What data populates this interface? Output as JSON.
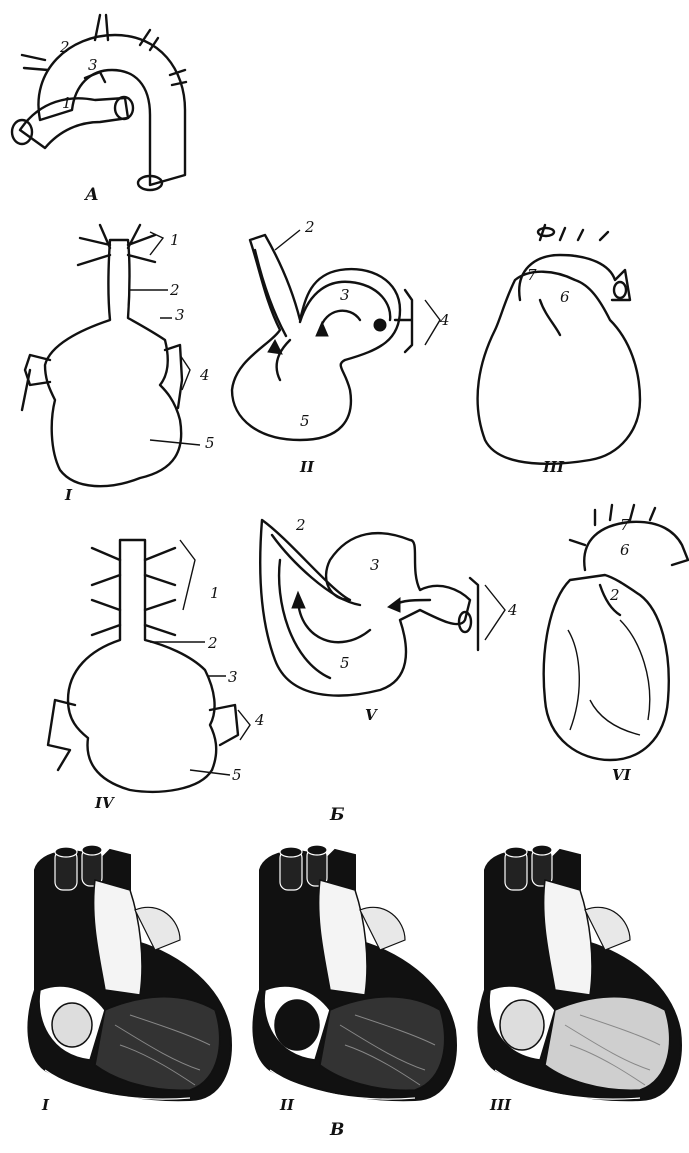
{
  "section_A": {
    "letter": "А",
    "labels": {
      "l1": "1",
      "l2": "2",
      "l3": "3"
    }
  },
  "section_B": {
    "letter": "Б",
    "stages": [
      {
        "roman": "I",
        "labels": [
          "1",
          "2",
          "3",
          "4",
          "5"
        ]
      },
      {
        "roman": "II",
        "labels": [
          "2",
          "3",
          "4",
          "5"
        ]
      },
      {
        "roman": "III",
        "labels": [
          "7",
          "6"
        ]
      },
      {
        "roman": "IV",
        "labels": [
          "1",
          "2",
          "3",
          "4",
          "5"
        ]
      },
      {
        "roman": "V",
        "labels": [
          "2",
          "3",
          "4",
          "5"
        ]
      },
      {
        "roman": "VI",
        "labels": [
          "7",
          "6",
          "2"
        ]
      }
    ]
  },
  "section_V": {
    "letter": "В",
    "stages": [
      {
        "roman": "I"
      },
      {
        "roman": "II"
      },
      {
        "roman": "III"
      }
    ]
  }
}
